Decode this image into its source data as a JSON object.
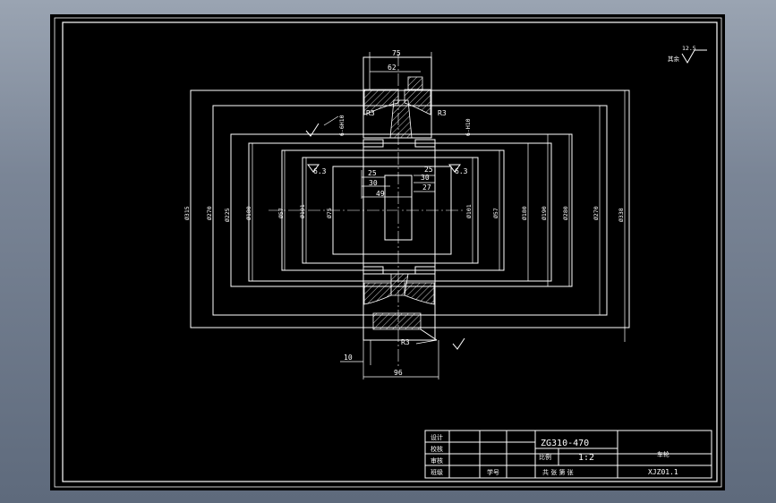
{
  "dimensions": {
    "top_75": "75",
    "top_62": "62",
    "r3_left": "R3",
    "r3_right": "R3",
    "r3_bottom": "R3",
    "keyway_left": "6-6H10",
    "keyway_right": "6-H10",
    "rough_left": "6.3",
    "rough_right": "6.3",
    "d315": "Ø315",
    "d270_left": "Ø270",
    "d225": "Ø225",
    "d180_left": "Ø180",
    "d57_left": "Ø57",
    "d101_left": "Ø101",
    "d75": "Ø75",
    "d101_right": "Ø101",
    "d57_right": "Ø57",
    "d180_right": "Ø180",
    "d190": "Ø190",
    "d280": "Ø280",
    "d270_right": "Ø270",
    "d338": "Ø338",
    "w25_left": "25",
    "w30_left": "30",
    "w49": "49",
    "w25_right": "25",
    "w30_right": "30",
    "w27": "27",
    "w10": "10",
    "w96": "96"
  },
  "roughness": {
    "value": "12.5",
    "prefix": "其余"
  },
  "title_block": {
    "r1_label": "设计",
    "r2_label": "校核",
    "r3_label": "审核",
    "r4_label": "班级",
    "r4_label2": "学号",
    "material": "ZG310-470",
    "scale_label": "比例",
    "scale_value": "1:2",
    "part_name": "车轮",
    "sheet_text": "共 张  第  张",
    "drawing_no": "XJZ01.1"
  }
}
